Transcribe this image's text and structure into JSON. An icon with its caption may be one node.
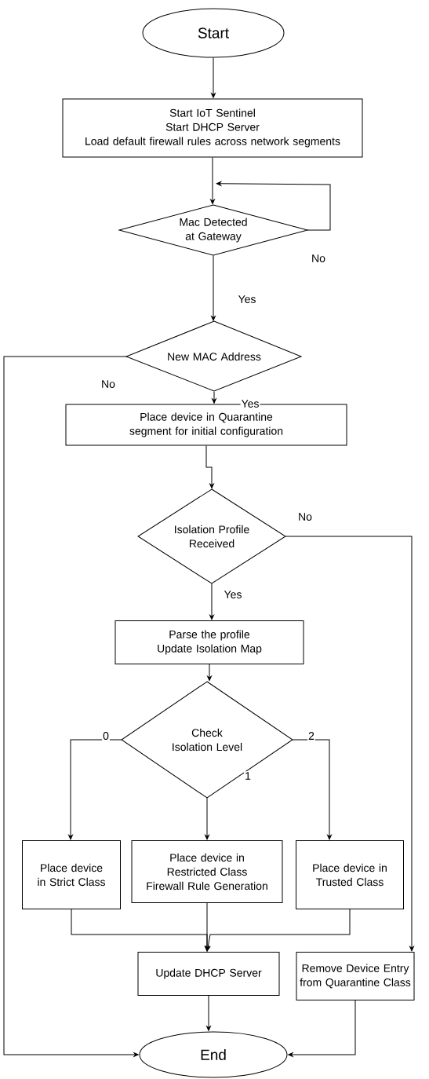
{
  "diagram": {
    "nodes": [
      {
        "text": [
          "Start"
        ]
      },
      {
        "text": [
          "Start IoT Sentinel",
          "Start DHCP Server",
          "Load default firewall rules across network segments"
        ]
      },
      {
        "text": [
          "Mac Detected at Gateway"
        ]
      },
      {
        "text": [
          "New MAC Address"
        ]
      },
      {
        "text": [
          "Place device in Quarantine segment for initial configuration"
        ]
      },
      {
        "text": [
          "Isolation Profile Received"
        ]
      },
      {
        "text": [
          "Parse the profile",
          "Update Isolation Map"
        ]
      },
      {
        "text": [
          "Check Isolation Level"
        ]
      },
      {
        "text": [
          "Place device in Strict  Class"
        ]
      },
      {
        "text": [
          "Place device in Restricted Class",
          "Firewall Rule Generation"
        ]
      },
      {
        "text": [
          "Place device in Trusted Class"
        ]
      },
      {
        "text": [
          "Update DHCP Server"
        ]
      },
      {
        "text": [
          "Remove Device Entry from Quarantine Class"
        ]
      },
      {
        "text": [
          "End"
        ]
      }
    ],
    "edges": [
      {
        "from": 0,
        "to": 1,
        "arrow": "to"
      },
      {
        "from": 1,
        "to": 2,
        "arrow": "to"
      },
      {
        "from": 2,
        "to": 2,
        "arrow": "to",
        "label": "No"
      },
      {
        "from": 2,
        "to": 3,
        "arrow": "to",
        "label": "Yes"
      },
      {
        "from": 3,
        "to": 13,
        "arrow": "to",
        "label": "No"
      },
      {
        "from": 3,
        "to": 4,
        "arrow": "to",
        "label": "Yes"
      },
      {
        "from": 4,
        "to": 5,
        "arrow": "to"
      },
      {
        "from": 5,
        "to": 12,
        "arrow": "to",
        "label": "No"
      },
      {
        "from": 5,
        "to": 6,
        "arrow": "to",
        "label": "Yes"
      },
      {
        "from": 6,
        "to": 7,
        "arrow": "to"
      },
      {
        "from": 7,
        "to": 8,
        "arrow": "to",
        "label": "0"
      },
      {
        "from": 7,
        "to": 9,
        "arrow": "to",
        "label": "1"
      },
      {
        "from": 7,
        "to": 10,
        "arrow": "to",
        "label": "2"
      },
      {
        "from": 8,
        "to": 11,
        "arrow": "to"
      },
      {
        "from": 9,
        "to": 11,
        "arrow": "to"
      },
      {
        "from": 10,
        "to": 11,
        "arrow": "to"
      },
      {
        "from": 11,
        "to": 13,
        "arrow": "to"
      },
      {
        "from": 12,
        "to": 13,
        "arrow": "to"
      }
    ]
  }
}
